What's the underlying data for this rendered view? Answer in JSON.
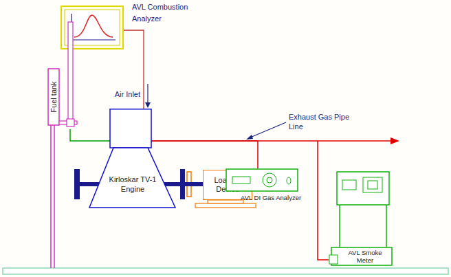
{
  "diagram": {
    "nodes": [
      {
        "text": [
          "AVL Combustion Analyzer"
        ]
      },
      {
        "text": [
          "Fuel tank"
        ]
      },
      {
        "text": [
          "Kirloskar TV-1 Engine"
        ]
      },
      {
        "text": [
          "Loading Device"
        ]
      },
      {
        "text": [
          "AVL DI Gas Analyzer"
        ]
      },
      {
        "text": [
          "AVL Smoke Meter"
        ]
      }
    ],
    "edges": [
      {
        "from": 0,
        "to": 2,
        "arrow": "none"
      },
      {
        "from": 1,
        "to": 2,
        "arrow": "none"
      },
      {
        "from": 2,
        "to": 4,
        "arrow": "none"
      },
      {
        "from": 2,
        "to": 5,
        "arrow": "none"
      },
      {
        "from": 2,
        "to": 3,
        "arrow": "none"
      }
    ],
    "labels": [
      "Air Inlet",
      "Exhaust Gas Pipe Line"
    ]
  }
}
